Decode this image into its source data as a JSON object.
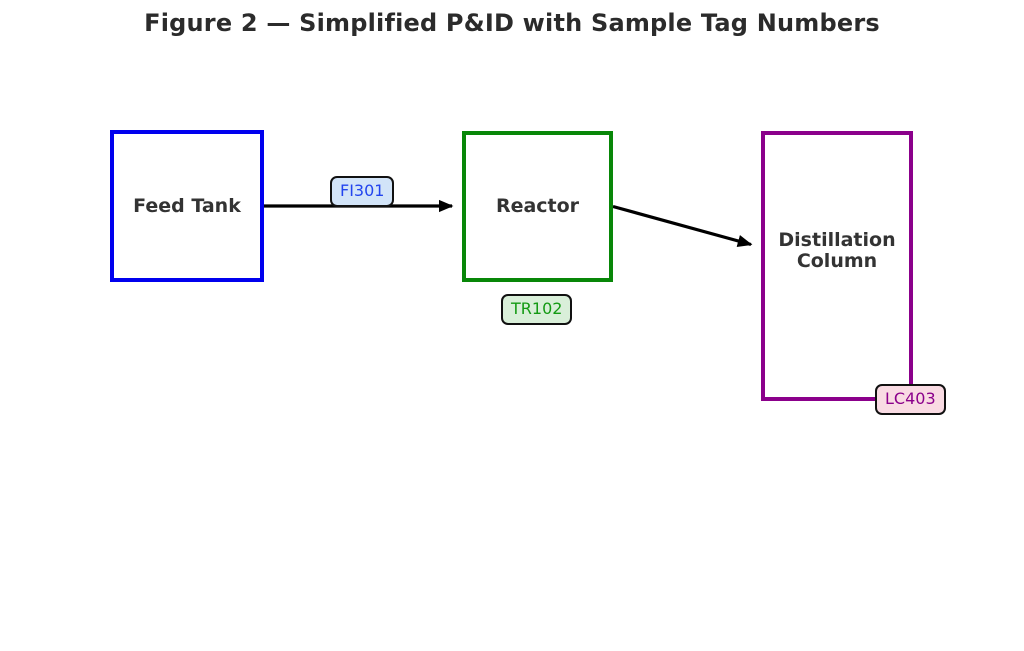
{
  "title": "Figure 2 — Simplified P&ID with Sample Tag Numbers",
  "diagram": {
    "line_color": "#000000",
    "label_color": "#333333",
    "nodes": [
      {
        "id": "feed-tank",
        "label": "Feed Tank",
        "border_color": "#0000ee"
      },
      {
        "id": "reactor",
        "label": "Reactor",
        "border_color": "#088708"
      },
      {
        "id": "distillation-column",
        "label": "Distillation Column",
        "border_color": "#8b008b"
      }
    ],
    "edges": [
      {
        "from": "feed-tank",
        "to": "reactor"
      },
      {
        "from": "reactor",
        "to": "distillation-column"
      }
    ],
    "tags": [
      {
        "id": "FI301",
        "label": "FI301",
        "text_color": "#2244ee",
        "bg_color": "#d2e4f8"
      },
      {
        "id": "TR102",
        "label": "TR102",
        "text_color": "#149a14",
        "bg_color": "#d9efd9"
      },
      {
        "id": "LC403",
        "label": "LC403",
        "text_color": "#8b008b",
        "bg_color": "#f9dbe3"
      }
    ]
  }
}
